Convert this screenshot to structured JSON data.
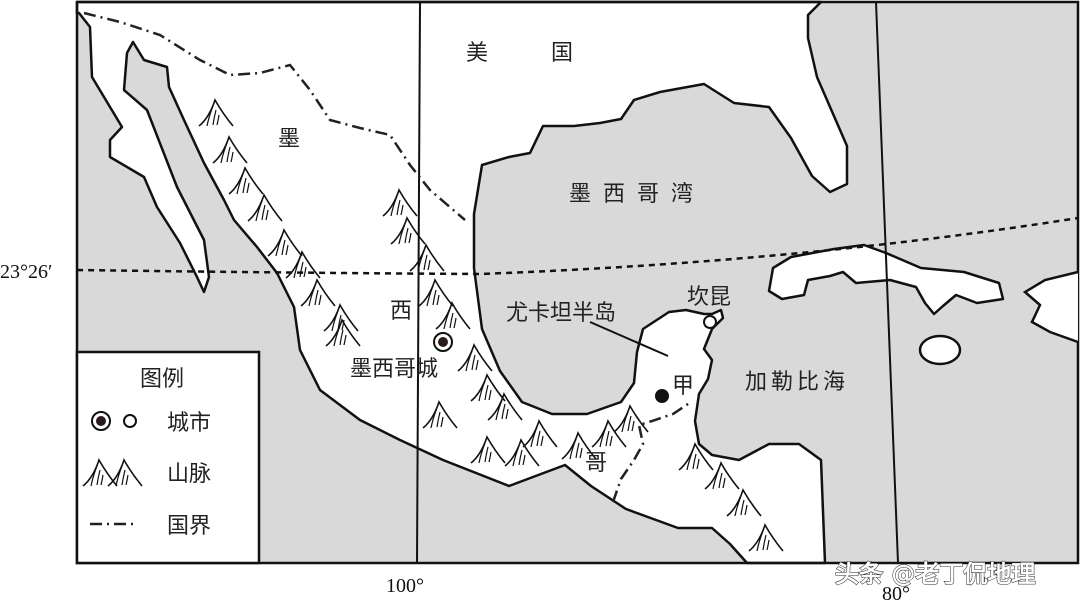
{
  "map": {
    "latitude_label": "23°26′",
    "meridians": [
      "100°",
      "80°"
    ],
    "labels": {
      "usa": [
        "美",
        "国"
      ],
      "mexico": [
        "墨",
        "西",
        "哥"
      ],
      "mexico_city": "墨西哥城",
      "gulf_of_mexico": "墨西哥湾",
      "yucatan": "尤卡坦半岛",
      "cancun": "坎昆",
      "point_jia": "甲",
      "caribbean_sea": "加勒比海"
    },
    "colors": {
      "sea": "#d9d9d9",
      "land": "#ffffff",
      "line": "#111111"
    }
  },
  "legend": {
    "title": "图例",
    "items": [
      {
        "icon": "city-icon",
        "label": "城市"
      },
      {
        "icon": "mountain-range-icon",
        "label": "山脉"
      },
      {
        "icon": "national-border-icon",
        "label": "国界"
      }
    ]
  },
  "watermark": "头条 @老丁侃地理"
}
